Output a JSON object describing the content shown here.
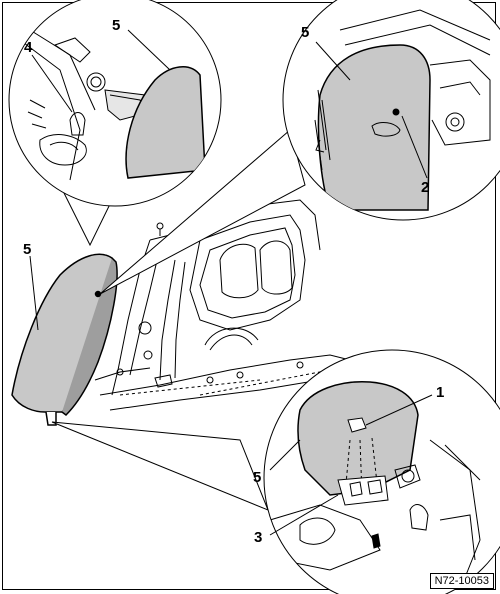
{
  "callouts": {
    "tl_4": "4",
    "tl_5": "5",
    "tr_5": "5",
    "tr_2": "2",
    "main_5": "5",
    "br_1": "1",
    "br_5": "5",
    "br_3": "3"
  },
  "figure_id": "N72-10053",
  "colors": {
    "line": "#000000",
    "panel_fill": "#c8c8c8",
    "background": "#ffffff"
  }
}
